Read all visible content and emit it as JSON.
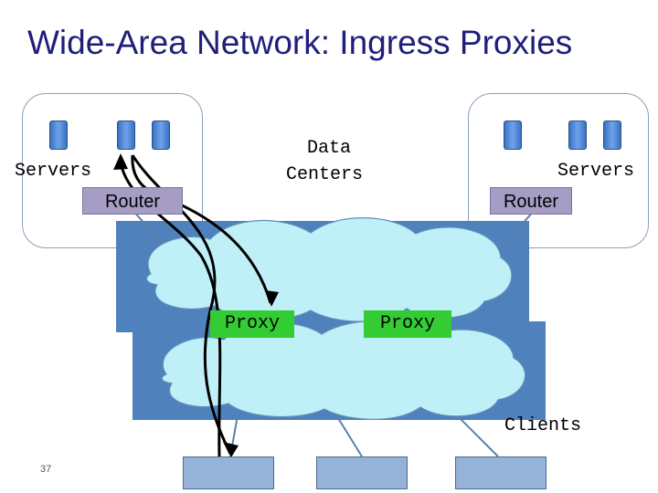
{
  "slide": {
    "title": "Wide-Area Network: Ingress Proxies",
    "page_number": "37"
  },
  "left_datacenter": {
    "servers_label": "Servers",
    "router_label": "Router"
  },
  "right_datacenter": {
    "servers_label": "Servers",
    "router_label": "Router"
  },
  "center_label": {
    "line1": "Data",
    "line2": "Centers"
  },
  "proxies": [
    {
      "label": "Proxy"
    },
    {
      "label": "Proxy"
    }
  ],
  "clients_label": "Clients",
  "colors": {
    "title": "#1f1f7a",
    "router_fill": "#a69dc4",
    "proxy_fill": "#33cc33",
    "network_block": "#4f81bd",
    "cloud_fill": "#bff0f8",
    "client_fill": "#95b3d7",
    "server_fill": "#4a86d8"
  }
}
